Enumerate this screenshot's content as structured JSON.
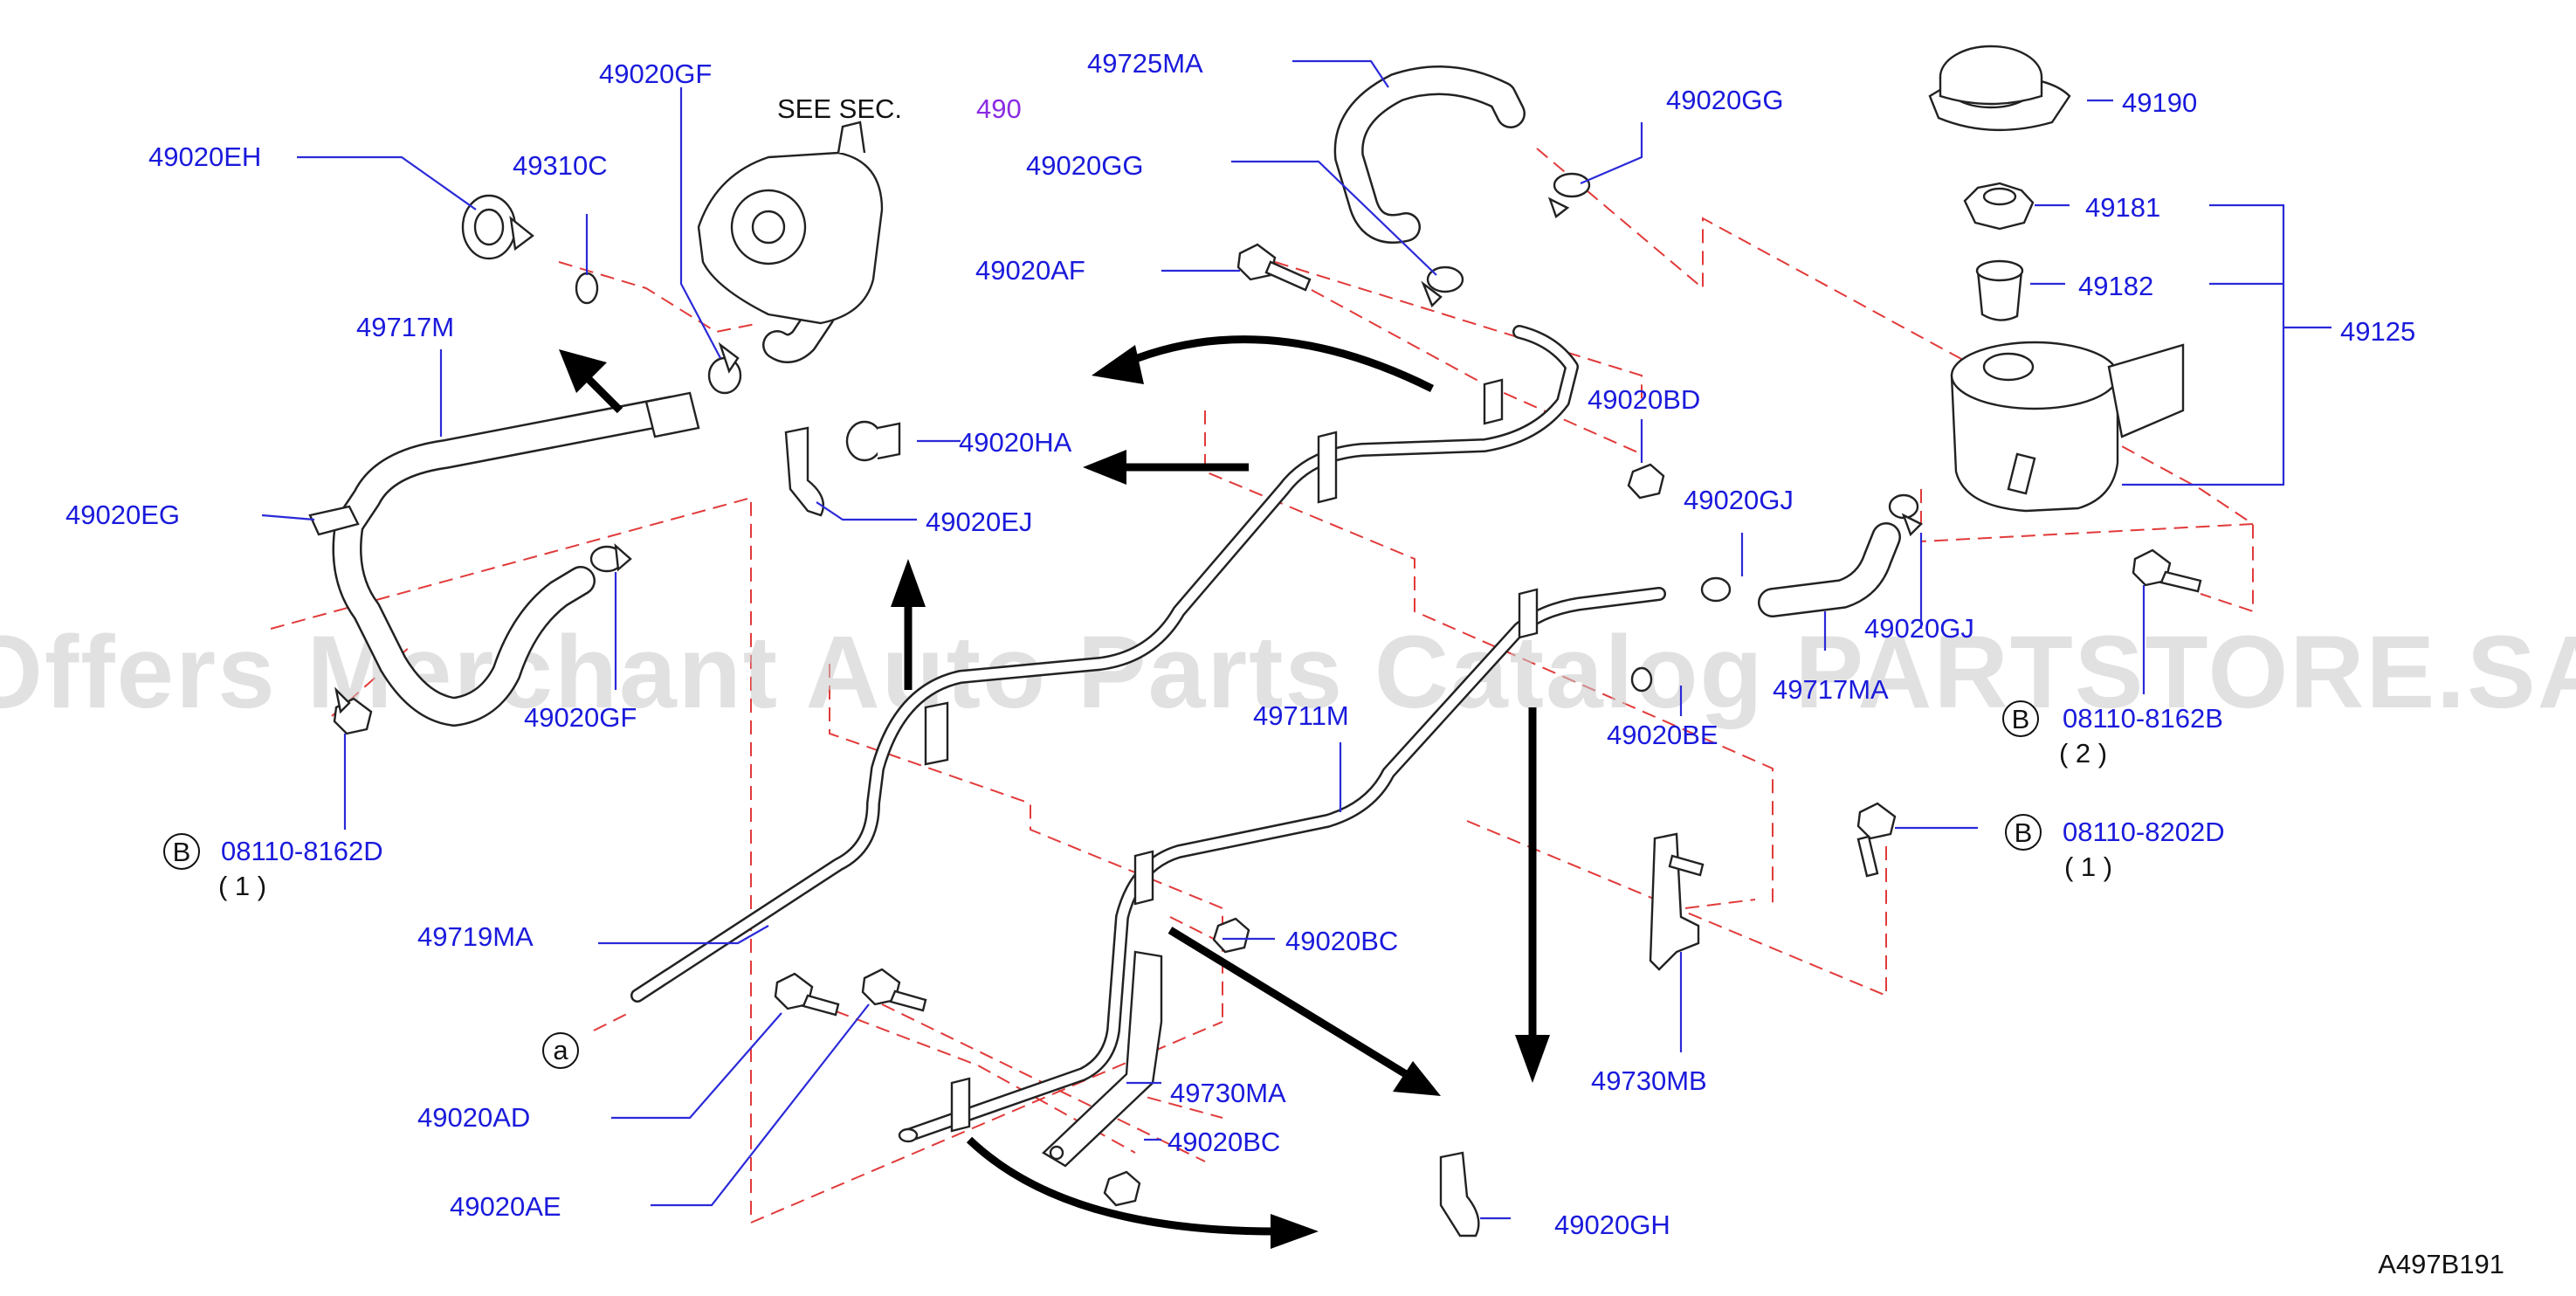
{
  "see_section": {
    "prefix": "SEE SEC.",
    "number": "490"
  },
  "parts": {
    "p49020GF_top": "49020GF",
    "p49020EH": "49020EH",
    "p49310C": "49310C",
    "p49717M": "49717M",
    "p49020EG": "49020EG",
    "p49020GF_bottom": "49020GF",
    "p08110_8162D": "08110-8162D",
    "qty_1_left": "( 1 )",
    "p49719MA": "49719MA",
    "p49020AD": "49020AD",
    "p49020AE": "49020AE",
    "p49725MA": "49725MA",
    "p49020GG_left": "49020GG",
    "p49020AF": "49020AF",
    "p49020HA": "49020HA",
    "p49020EJ": "49020EJ",
    "p49020GG_right": "49020GG",
    "p49020BD": "49020BD",
    "p49020GJ_top": "49020GJ",
    "p49020GJ_right": "49020GJ",
    "p49717MA": "49717MA",
    "p49020BE": "49020BE",
    "p49711M": "49711M",
    "p49020BC_upper": "49020BC",
    "p49730MA": "49730MA",
    "p49020BC_lower": "49020BC",
    "p49020GH": "49020GH",
    "p49730MB": "49730MB",
    "p49190": "49190",
    "p49181": "49181",
    "p49182": "49182",
    "p49125": "49125",
    "p08110_8162B": "08110-8162B",
    "qty_2": "( 2 )",
    "p08110_8202D": "08110-8202D",
    "qty_1_right": "( 1 )"
  },
  "callouts": {
    "b_left": "B",
    "b_right_upper": "B",
    "b_right_lower": "B",
    "a": "a"
  },
  "watermark": "Offers Merchant Auto Parts Catalog PARTSTORE.SA",
  "diagram_code": "A497B191",
  "colors": {
    "label": "#1a1adc",
    "dashed_guide": "#e23a3a",
    "section_ref": "#8a2be2",
    "outline": "#222222"
  }
}
